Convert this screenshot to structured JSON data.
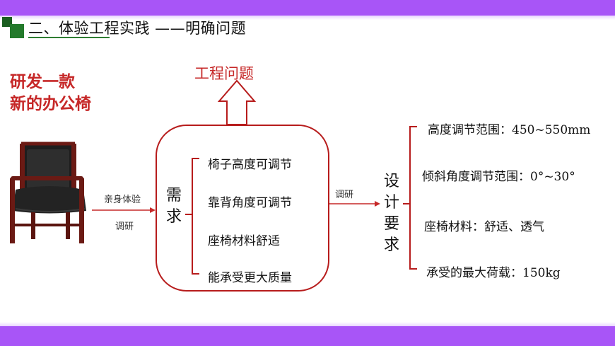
{
  "slide": {
    "title": "二、体验工程实践 ——明确问题",
    "task_line1": "研发一款",
    "task_line2": "新的办公椅",
    "left_arrow_top": "亲身体验",
    "left_arrow_bottom": "调研",
    "needs_label": "需求",
    "needs": [
      "椅子高度可调节",
      "靠背角度可调节",
      "座椅材料舒适",
      "能承受更大质量"
    ],
    "engineering_problem": "工程问题",
    "middle_arrow_label": "调研",
    "design_label": "设计要求",
    "requirements": [
      "高度调节范围：450~550mm",
      "倾斜角度调节范围：0°~30°",
      "座椅材料：舒适、透气",
      "承受的最大荷载：150kg"
    ]
  },
  "colors": {
    "accent_purple": "#a855f7",
    "dark_red": "#b71c1c",
    "title_green": "#2e7d32",
    "heading_red": "#c62828"
  }
}
